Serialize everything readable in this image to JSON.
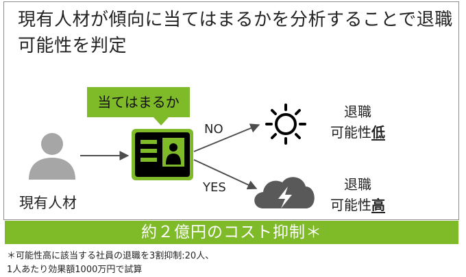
{
  "headline": "現有人材が傾向に当てはまるかを分析することで退職可能性を判定",
  "callout": "当てはまるか",
  "person_label": "現有人材",
  "branch_no": "NO",
  "branch_yes": "YES",
  "result_low": {
    "line1": "退職",
    "line2_prefix": "可能性",
    "line2_emphasis": "低"
  },
  "result_high": {
    "line1": "退職",
    "line2_prefix": "可能性",
    "line2_emphasis": "高"
  },
  "banner": "約２億円のコスト抑制＊",
  "footnote_line1": "＊可能性高に該当する社員の退職を3割抑制:20人、",
  "footnote_line2": "1人あたり効果額1000万円で試算",
  "colors": {
    "accent": "#7fba29",
    "card": "#000000",
    "icon_gray": "#a6a6a6",
    "storm": "#595959",
    "arrow": "#4d4d4d"
  }
}
